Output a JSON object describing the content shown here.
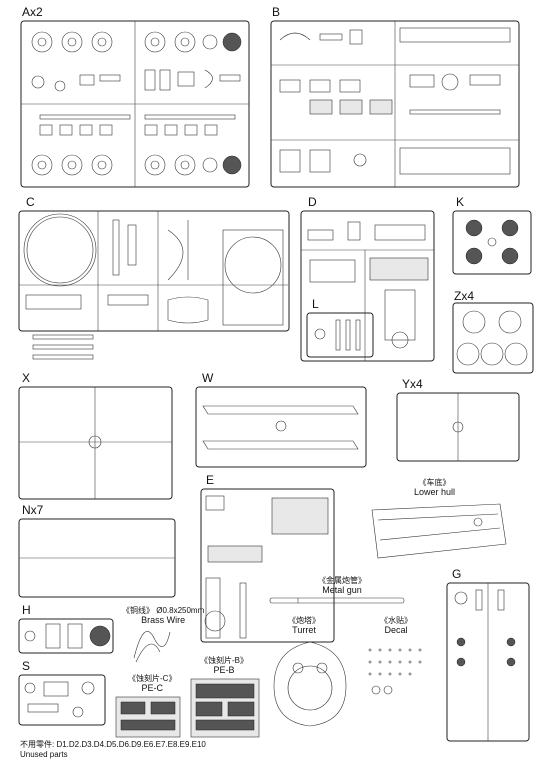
{
  "sprues": {
    "A": {
      "label": "Ax2"
    },
    "B": {
      "label": "B"
    },
    "C": {
      "label": "C"
    },
    "D": {
      "label": "D"
    },
    "K": {
      "label": "K"
    },
    "Z": {
      "label": "Zx4"
    },
    "L": {
      "label": "L"
    },
    "X": {
      "label": "X"
    },
    "W": {
      "label": "W"
    },
    "Y": {
      "label": "Yx4"
    },
    "E": {
      "label": "E"
    },
    "N": {
      "label": "Nx7"
    },
    "H": {
      "label": "H"
    },
    "S": {
      "label": "S"
    },
    "G": {
      "label": "G"
    }
  },
  "components": {
    "lower_hull": {
      "cn": "《车底》",
      "en": "Lower hull"
    },
    "metal_gun": {
      "cn": "《金属炮管》",
      "en": "Metal gun"
    },
    "turret": {
      "cn": "《炮塔》",
      "en": "Turret"
    },
    "decal": {
      "cn": "《水贴》",
      "en": "Decal"
    },
    "brass_wire": {
      "cn": "《铜线》 Ø0.8x250mm",
      "en": "Brass Wire"
    },
    "pe_c": {
      "cn": "《蚀刻片-C》",
      "en": "PE-C"
    },
    "pe_b": {
      "cn": "《蚀刻片-B》",
      "en": "PE-B"
    }
  },
  "unused": {
    "cn_prefix": "不用零件: ",
    "parts": "D1.D2.D3.D4.D5.D6.D9.E6.E7.E8.E9.E10",
    "en": "Unused parts"
  }
}
